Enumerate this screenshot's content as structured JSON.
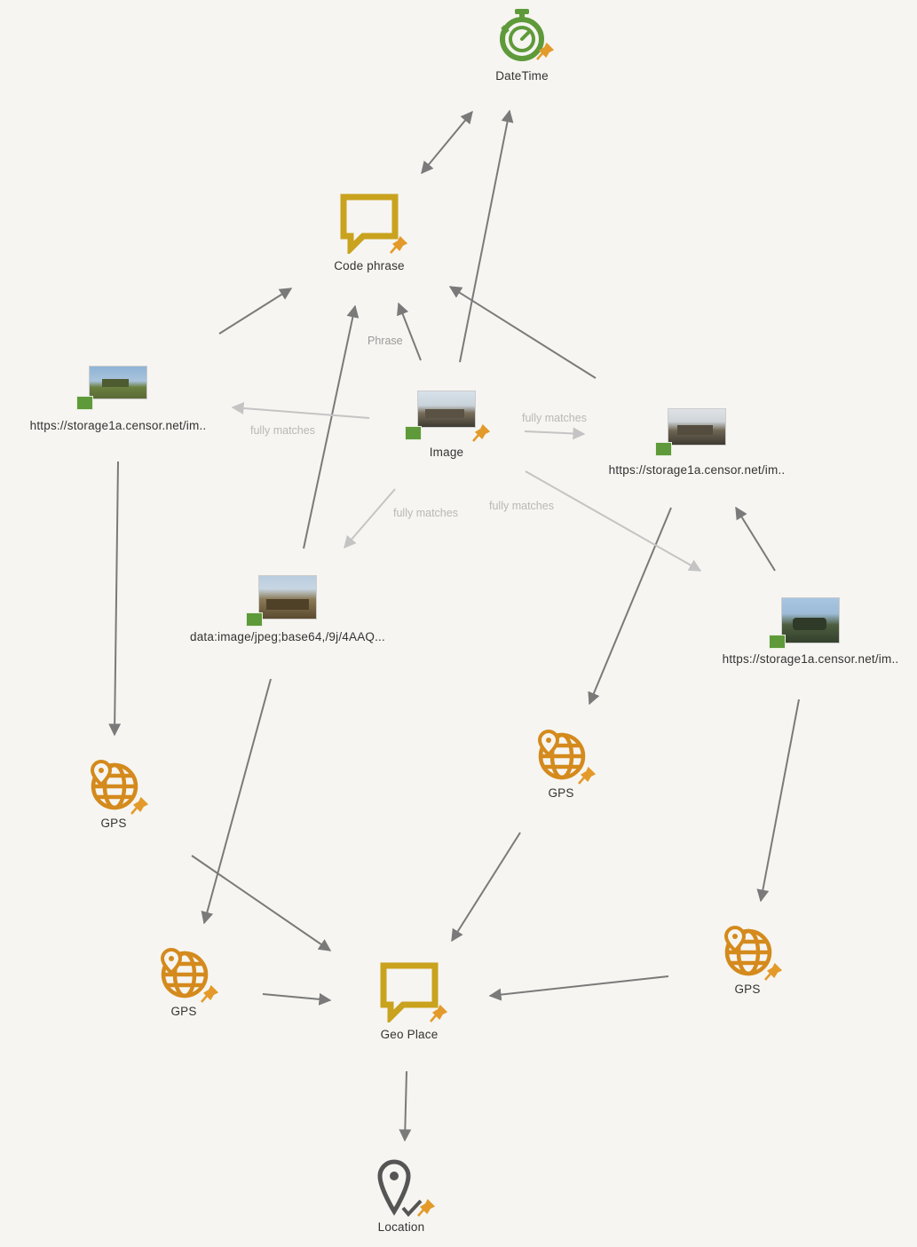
{
  "graph": {
    "nodes": {
      "datetime": {
        "label": "DateTime",
        "icon": "stopwatch-icon",
        "color": "#5f9a3a"
      },
      "code_phrase": {
        "label": "Code phrase",
        "icon": "speech-bubble-icon",
        "color": "#c9a21e"
      },
      "image_main": {
        "label": "Image",
        "icon": "image-thumbnail-icon"
      },
      "url_left": {
        "label": "https://storage1a.censor.net/im..",
        "icon": "image-thumbnail-icon"
      },
      "url_right": {
        "label": "https://storage1a.censor.net/im..",
        "icon": "image-thumbnail-icon"
      },
      "data_image": {
        "label": "data:image/jpeg;base64,/9j/4AAQ...",
        "icon": "image-thumbnail-icon"
      },
      "url_far_right": {
        "label": "https://storage1a.censor.net/im..",
        "icon": "image-thumbnail-icon"
      },
      "gps_1": {
        "label": "GPS",
        "icon": "globe-pin-icon",
        "color": "#d48a1c"
      },
      "gps_2": {
        "label": "GPS",
        "icon": "globe-pin-icon",
        "color": "#d48a1c"
      },
      "gps_3": {
        "label": "GPS",
        "icon": "globe-pin-icon",
        "color": "#d48a1c"
      },
      "gps_4": {
        "label": "GPS",
        "icon": "globe-pin-icon",
        "color": "#d48a1c"
      },
      "geo_place": {
        "label": "Geo Place",
        "icon": "speech-bubble-icon",
        "color": "#c9a21e"
      },
      "location": {
        "label": "Location",
        "icon": "location-pin-icon",
        "color": "#555555"
      }
    },
    "edge_labels": {
      "phrase": "Phrase",
      "fm_left": "fully matches",
      "fm_right": "fully matches",
      "fm_data": "fully matches",
      "fm_far_right": "fully matches"
    },
    "colors": {
      "pin": "#e39a2a",
      "edge": "#7a7a7a",
      "edge_light": "#c4c4c4"
    }
  }
}
